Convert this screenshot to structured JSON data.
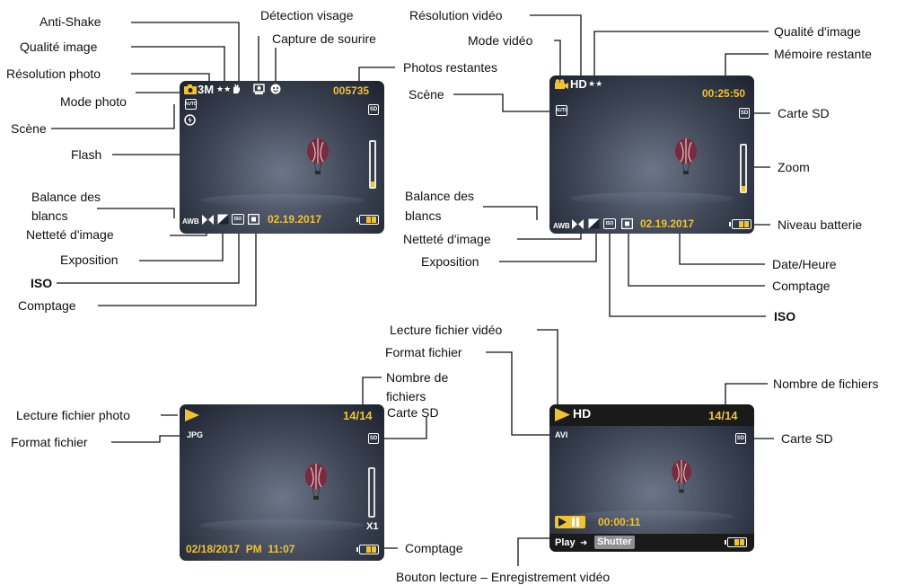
{
  "panel1": {
    "labels": {
      "anti_shake": "Anti-Shake",
      "qualite_image": "Qualité image",
      "resolution_photo": "Résolution photo",
      "mode_photo": "Mode photo",
      "scene": "Scène",
      "flash": "Flash",
      "balance_line1": "Balance des",
      "balance_line2": "blancs",
      "nettete": "Netteté d'image",
      "exposition": "Exposition",
      "iso": "ISO",
      "comptage": "Comptage",
      "detection_visage": "Détection visage",
      "capture_sourire": "Capture de sourire",
      "photos_restantes": "Photos restantes"
    },
    "osd": {
      "resolution": "3M",
      "quality_stars": "★★",
      "counter": "005735",
      "scene_icon": "AUTO",
      "wb": "AWB",
      "iso_icon": "ISO",
      "date": "02.19.2017",
      "sd": "SD"
    }
  },
  "panel2": {
    "labels": {
      "resolution_video": "Résolution vidéo",
      "mode_video": "Mode vidéo",
      "qualite_image": "Qualité d'image",
      "memoire_restante": "Mémoire restante",
      "scene": "Scène",
      "carte_sd": "Carte SD",
      "zoom": "Zoom",
      "balance_line1": "Balance des",
      "balance_line2": "blancs",
      "niveau_batterie": "Niveau batterie",
      "nettete": "Netteté d'image",
      "exposition": "Exposition",
      "date_heure": "Date/Heure",
      "comptage": "Comptage",
      "iso": "ISO"
    },
    "osd": {
      "resolution": "HD",
      "quality_stars": "★★",
      "time_remaining": "00:25:50",
      "scene_icon": "AUTO",
      "wb": "AWB",
      "iso_icon": "ISO",
      "date": "02.19.2017",
      "sd": "SD"
    }
  },
  "panel3": {
    "labels": {
      "lecture_photo": "Lecture fichier photo",
      "format_fichier": "Format fichier",
      "nombre_line1": "Nombre de",
      "nombre_line2": "fichiers",
      "carte_sd": "Carte SD",
      "comptage": "Comptage"
    },
    "osd": {
      "counter": "14/14",
      "format": "JPG",
      "sd": "SD",
      "zoom_level": "X1",
      "datetime": "02/18/2017  PM  11:07"
    }
  },
  "panel4": {
    "labels": {
      "lecture_video": "Lecture fichier vidéo",
      "format_fichier": "Format fichier",
      "nombre_fichiers": "Nombre de fichiers",
      "carte_sd": "Carte SD",
      "bouton_lecture": "Bouton lecture – Enregistrement vidéo"
    },
    "osd": {
      "resolution": "HD",
      "counter": "14/14",
      "format": "AVI",
      "sd": "SD",
      "elapsed": "00:00:11",
      "play_label": "Play",
      "arrow": "➜",
      "shutter_label": "Shutter"
    }
  },
  "colors": {
    "osd_yellow": "#f1c232",
    "screen_dark": "#1d2230",
    "leader_line": "#111111"
  }
}
